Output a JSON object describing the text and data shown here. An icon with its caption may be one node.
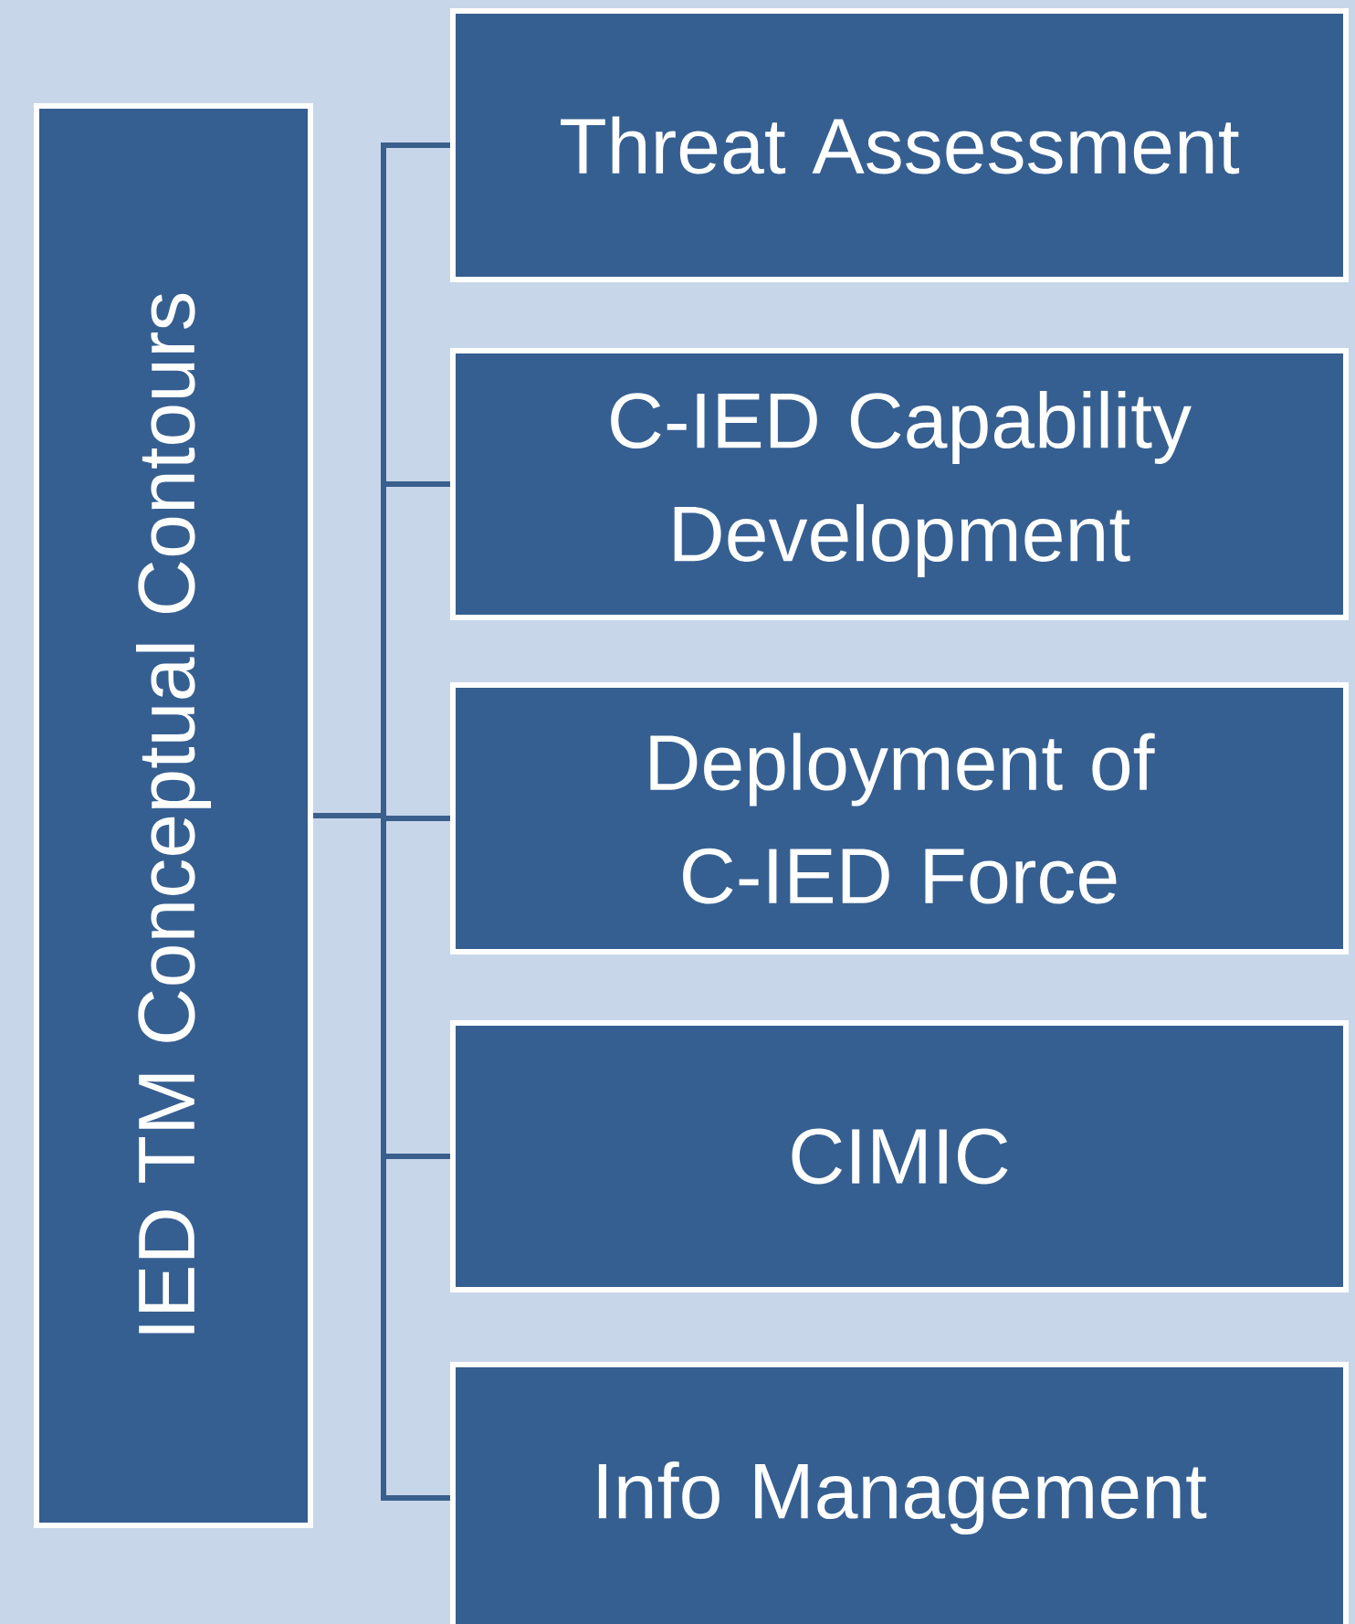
{
  "diagram": {
    "nodes": [
      {
        "text": [
          "IED TM Conceptual Contours"
        ]
      },
      {
        "text": [
          "Threat Assessment"
        ]
      },
      {
        "text": [
          "C-IED Capability Development"
        ]
      },
      {
        "text": [
          "Deployment of C-IED Force"
        ]
      },
      {
        "text": [
          "CIMIC"
        ]
      },
      {
        "text": [
          "Info Management"
        ]
      }
    ],
    "edges": [
      {
        "from": 0,
        "to": 1,
        "arrow": "none"
      },
      {
        "from": 0,
        "to": 2,
        "arrow": "none"
      },
      {
        "from": 0,
        "to": 3,
        "arrow": "none"
      },
      {
        "from": 0,
        "to": 4,
        "arrow": "none"
      },
      {
        "from": 0,
        "to": 5,
        "arrow": "none"
      }
    ]
  }
}
